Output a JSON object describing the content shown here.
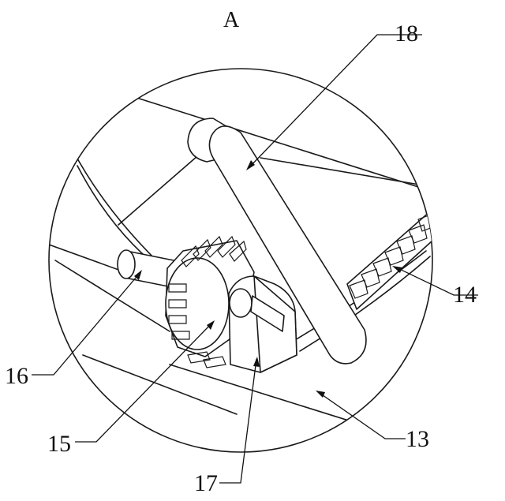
{
  "figure": {
    "view_label": "A",
    "callouts": [
      {
        "id": "18",
        "label": "18"
      },
      {
        "id": "14",
        "label": "14"
      },
      {
        "id": "16",
        "label": "16"
      },
      {
        "id": "15",
        "label": "15"
      },
      {
        "id": "13",
        "label": "13"
      },
      {
        "id": "17",
        "label": "17"
      }
    ]
  }
}
